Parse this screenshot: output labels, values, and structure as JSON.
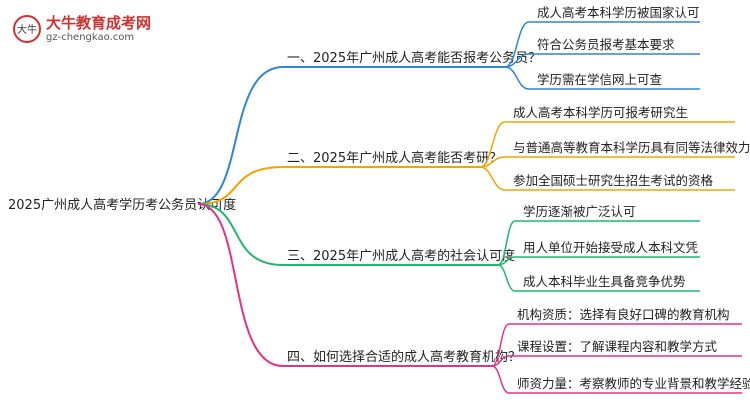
{
  "logo": {
    "title": "大牛教育成考网",
    "url": "gz-chengkao.com",
    "mark_text": "大牛",
    "brand_color": "#d03131"
  },
  "root": {
    "label": "2025广州成人高考学历考公务员认可度"
  },
  "branches": [
    {
      "label": "一、2025年广州成人高考能否报考公务员？",
      "color": "#2f86d6",
      "children": [
        "成人高考本科学历被国家认可",
        "符合公务员报考基本要求",
        "学历需在学信网上可查"
      ]
    },
    {
      "label": "二、2025年广州成人高考能否考研？",
      "color": "#f0a500",
      "children": [
        "成人高考本科学历可报考研究生",
        "与普通高等教育本科学历具有同等法律效力",
        "参加全国硕士研究生招生考试的资格"
      ]
    },
    {
      "label": "三、2025年广州成人高考的社会认可度",
      "color": "#1fb86c",
      "children": [
        "学历逐渐被广泛认可",
        "用人单位开始接受成人本科文凭",
        "成人本科毕业生具备竞争优势"
      ]
    },
    {
      "label": "四、如何选择合适的成人高考教育机构？",
      "color": "#e0338a",
      "children": [
        "机构资质：选择有良好口碑的教育机构",
        "课程设置：了解课程内容和教学方式",
        "师资力量：考察教师的专业背景和教学经验"
      ]
    }
  ]
}
